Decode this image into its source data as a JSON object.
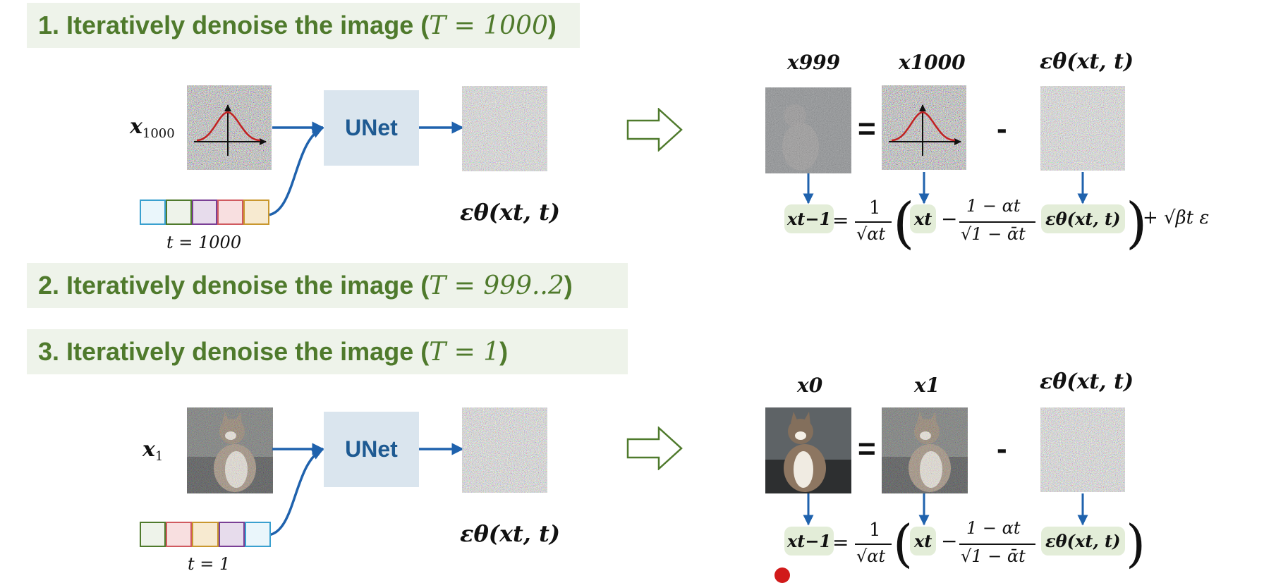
{
  "headers": [
    {
      "prefix": "1. Iteratively denoise the image (",
      "math": "T = 1000",
      "suffix": ")"
    },
    {
      "prefix": "2. Iteratively denoise the image (",
      "math": "T = 999..2",
      "suffix": ")"
    },
    {
      "prefix": "3. Iteratively denoise the image (",
      "math": "T = 1",
      "suffix": ")"
    }
  ],
  "panel1": {
    "input_label": "x",
    "input_sub": "1000",
    "unet_label": "UNet",
    "time_label": "t = 1000",
    "output_label": "εθ(xt, t)",
    "time_colors": [
      "#eaf6fb",
      "#eef3ea",
      "#e7dcec",
      "#f8dfe0",
      "#f7ead0"
    ],
    "time_borders": [
      "#3aa0cf",
      "#4f7a2c",
      "#7a3f95",
      "#d05a5f",
      "#c9972e"
    ]
  },
  "panel3": {
    "input_label": "x",
    "input_sub": "1",
    "unet_label": "UNet",
    "time_label": "t = 1",
    "output_label": "εθ(xt, t)",
    "time_colors": [
      "#eef3ea",
      "#f8dfe0",
      "#f7ead0",
      "#e7dcec",
      "#eaf6fb"
    ],
    "time_borders": [
      "#4f7a2c",
      "#d05a5f",
      "#c9972e",
      "#7a3f95",
      "#3aa0cf"
    ]
  },
  "equation1": {
    "left_label": "x999",
    "mid_label": "x1000",
    "right_label": "εθ(xt, t)",
    "equals": "=",
    "minus": "-"
  },
  "equation3": {
    "left_label": "x0",
    "mid_label": "x1",
    "right_label": "εθ(xt, t)",
    "equals": "=",
    "minus": "-"
  },
  "formula": {
    "lhs": "xt−1",
    "eq": "=",
    "frac1_num": "1",
    "frac1_den": "√αt",
    "xt": "xt",
    "minus": "−",
    "frac2_num": "1 − αt",
    "frac2_den": "√1 − ᾱt",
    "eps": "εθ(xt, t)",
    "noise_term": "+ √βt ε"
  },
  "colors": {
    "header_bg": "#eef3ea",
    "header_text": "#4f7a2c",
    "unet_bg": "#dae5ee",
    "unet_text": "#1e5a92",
    "arrow_blue": "#1f62ad",
    "highlight": "#e3edd8",
    "big_arrow": "#4f7a2c"
  }
}
